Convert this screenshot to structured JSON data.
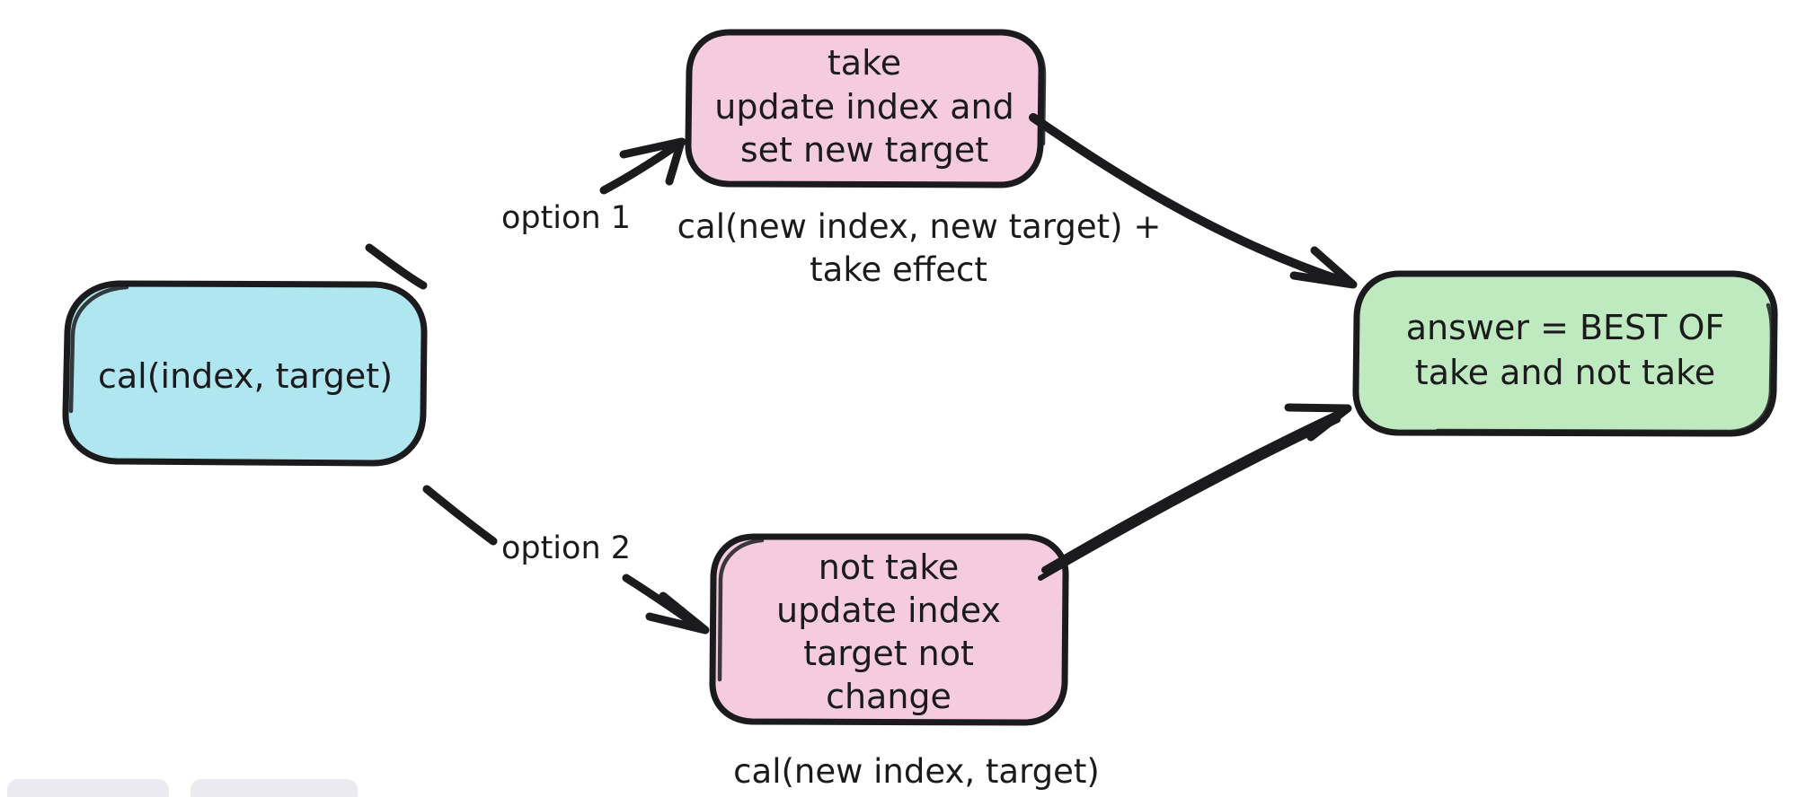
{
  "diagram": {
    "title": "cal(index, target) recursion branching",
    "style": "hand-drawn-excalidraw",
    "colors": {
      "ink": "#1b1b1d",
      "background": "#ffffff",
      "blue_fill": "#b0e6ef",
      "pink_fill": "#f5cbdf",
      "green_fill": "#bfeabf",
      "chip_gray": "#eaeaf0"
    },
    "nodes": [
      {
        "id": "start",
        "shape": "rounded-rect",
        "color": "blue",
        "lines": [
          "cal(index, target)"
        ]
      },
      {
        "id": "take",
        "shape": "rounded-rect",
        "color": "pink",
        "lines": [
          "take",
          "update index and",
          "set new target"
        ]
      },
      {
        "id": "not-take",
        "shape": "rounded-rect",
        "color": "pink",
        "lines": [
          "not take",
          "update index",
          "target not",
          "change"
        ]
      },
      {
        "id": "answer",
        "shape": "rounded-rect",
        "color": "green",
        "lines": [
          "answer = BEST OF",
          "take and not take"
        ]
      }
    ],
    "edges": [
      {
        "id": "edge-option-1",
        "from": "start",
        "to": "take",
        "label": "option 1"
      },
      {
        "id": "edge-option-2",
        "from": "start",
        "to": "not-take",
        "label": "option 2"
      },
      {
        "id": "edge-take-answer",
        "from": "take",
        "to": "answer",
        "label": ""
      },
      {
        "id": "edge-nottake-answer",
        "from": "not-take",
        "to": "answer",
        "label": ""
      }
    ],
    "captions": [
      {
        "id": "caption-take",
        "lines": [
          "cal(new index, new target) +",
          "take effect"
        ]
      },
      {
        "id": "caption-not-take",
        "lines": [
          "cal(new index, target)"
        ]
      }
    ]
  },
  "node_take": {
    "line1": "take",
    "line2": "update index and",
    "line3": "set new target"
  },
  "node_start": {
    "line1": "cal(index, target)"
  },
  "node_not_take": {
    "line1": "not take",
    "line2": "update index",
    "line3": "target not",
    "line4": "change"
  },
  "node_answer": {
    "line1": "answer = BEST OF",
    "line2": "take and not take"
  },
  "labels": {
    "option1": "option 1",
    "option2": "option 2"
  },
  "captions": {
    "take_line1": "cal(new index, new target) +",
    "take_line2": "take effect",
    "not_take_line1": "cal(new index, target)"
  }
}
